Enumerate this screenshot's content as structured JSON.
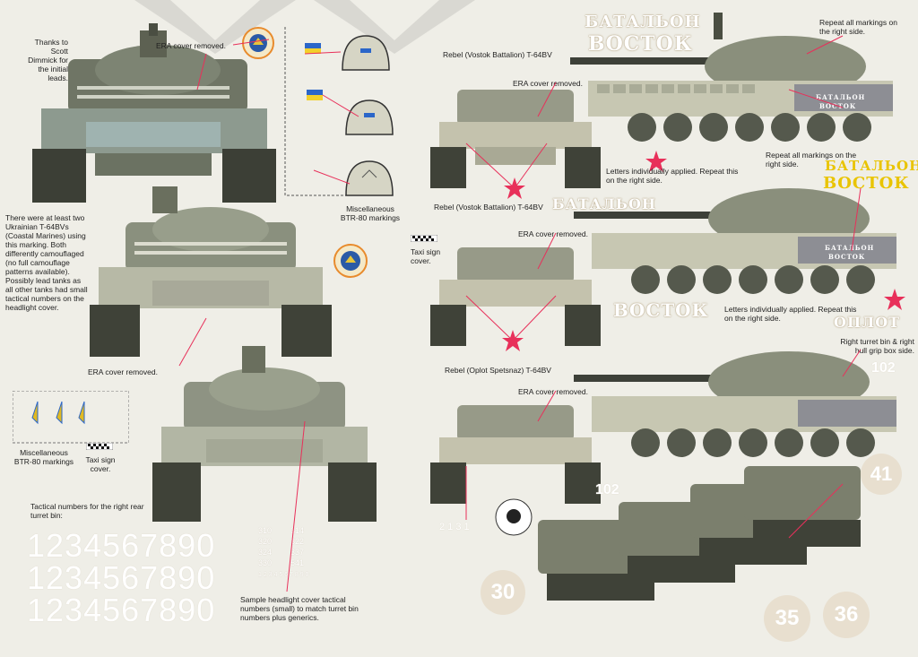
{
  "left": {
    "credit": "Thanks to Scott Dimmick for the initial leads.",
    "era1": "ERA cover removed.",
    "era2": "ERA cover removed.",
    "coastal": "There were at least two Ukrainian T-64BVs (Coastal Marines) using this marking. Both differently camouflaged (no full camouflage patterns available). Possibly lead tanks as all other tanks had small tactical numbers on the headlight cover.",
    "btr_markings": "Miscellaneous BTR-80 markings",
    "btr_markings2": "Miscellaneous BTR-80 markings",
    "taxi": "Taxi sign cover.",
    "tactical_title": "Tactical numbers for the right rear turret bin:",
    "big_numbers": [
      "1234567890",
      "1234567890",
      "1234567890"
    ],
    "small_numbers": [
      "310",
      "314",
      "320",
      "322",
      "324",
      "337",
      "330",
      "541"
    ],
    "small_digits": "1 2 3 4 5 6 7 8 9 0",
    "sample_caption": "Sample headlight cover tactical numbers (small) to match turret bin numbers plus generics."
  },
  "right": {
    "rebel1": "Rebel (Vostok Battalion) T-64BV",
    "rebel2": "Rebel (Vostok Battalion) T-64BV",
    "rebel3": "Rebel (Oplot Spetsnaz) T-64BV",
    "era1": "ERA cover removed.",
    "era2": "ERA cover removed.",
    "era3": "ERA cover removed.",
    "repeat1": "Repeat all markings on the right side.",
    "repeat2": "Repeat all markings on the right side.",
    "letters1": "Letters individually applied. Repeat this on the right side.",
    "letters2": "Letters individually applied. Repeat this on the right side.",
    "taxi": "Taxi sign cover.",
    "bin_note": "Right turret bin & right hull grip box side.",
    "batalon": "БАТАЛЬОН",
    "vostok": "ВОСТОК",
    "batalon_y": "БАТАЛЬОН",
    "vostok_y": "ВОСТОК",
    "batalon_small1": "БАТАЛЬОН",
    "vostok_small1": "ВОСТОК",
    "batalon_small2": "БАТАЛЬОН",
    "vostok_small2": "ВОСТОК",
    "vostok_big": "ВОСТОК",
    "batalon_big2": "БАТАЛЬОН",
    "oplot": "ОПЛОТ",
    "n102a": "102",
    "n102b": "102",
    "n41": "41",
    "n30": "30",
    "n35": "35",
    "n36": "36",
    "n2131": "2 1 3 1"
  },
  "colors": {
    "tank": "#b9bba7",
    "tank_dark": "#5d6152",
    "star": "#e8305a",
    "arrow": "#e8305a",
    "paper": "#efeee7"
  }
}
